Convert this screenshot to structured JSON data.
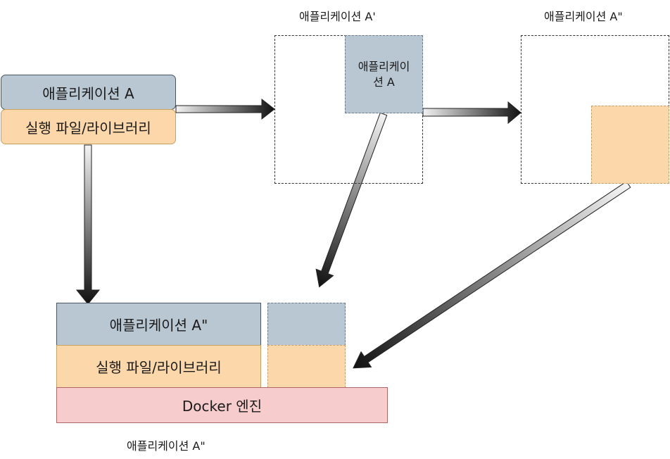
{
  "source": {
    "app_label": "애플리케이션 A",
    "lib_label": "실행 파일/라이브러리"
  },
  "stage1": {
    "caption": "애플리케이션 A'",
    "inner_line1": "애플리케이",
    "inner_line2": "션 A"
  },
  "stage2": {
    "caption": "애플리케이션 A\""
  },
  "result": {
    "app_label": "애플리케이션 A\"",
    "lib_label": "실행 파일/라이브러리",
    "engine_label": "Docker 엔진",
    "caption": "애플리케이션 A\""
  },
  "colors": {
    "app": "#b9c7d2",
    "lib": "#fbd7a9",
    "engine": "#f7cccc"
  }
}
